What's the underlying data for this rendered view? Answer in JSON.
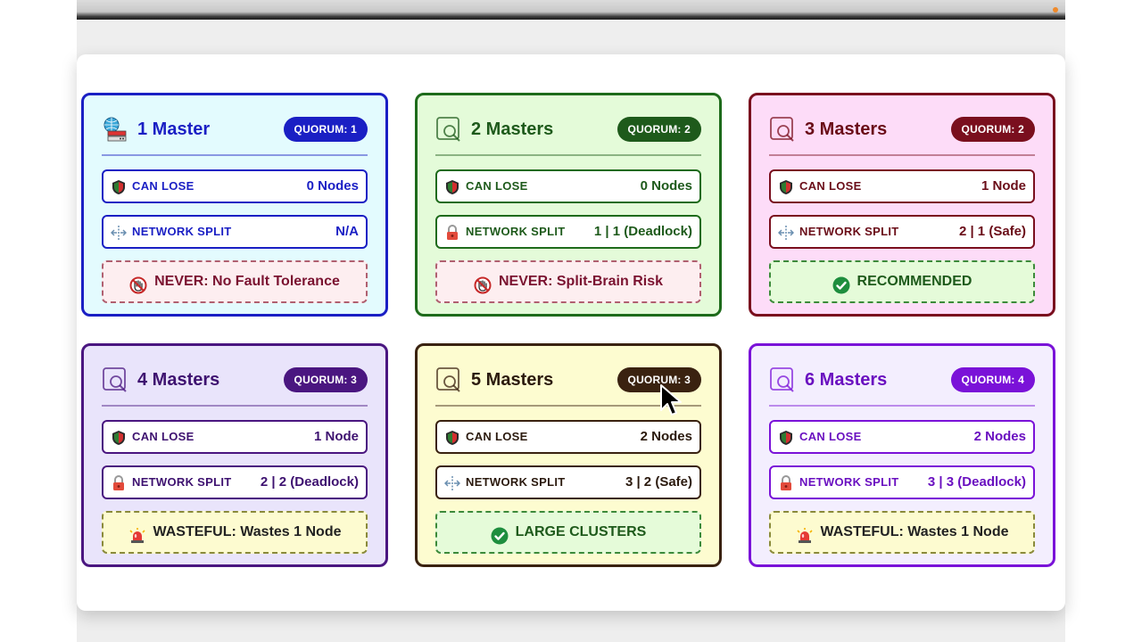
{
  "cards": [
    {
      "title": "1 Master",
      "quorum": "QUORUM: 1",
      "icon": "globe-network-icon",
      "can_lose_label": "CAN LOSE",
      "can_lose_value": "0 Nodes",
      "split_label": "NETWORK SPLIT",
      "split_value": "N/A",
      "split_icon": "split-icon",
      "verdict": "NEVER: No Fault Tolerance",
      "verdict_icon": "stop-hand-icon",
      "colors": {
        "border": "#1a1fc4",
        "bg": "#e3fbfe",
        "accent": "#1a1fc4",
        "text": "#1a1fc4",
        "verdict_bg": "#fdeef0",
        "verdict_border": "#b06070",
        "verdict_text": "#7a1230"
      }
    },
    {
      "title": "2 Masters",
      "quorum": "QUORUM: 2",
      "icon": "magnifier-icon",
      "can_lose_label": "CAN LOSE",
      "can_lose_value": "0 Nodes",
      "split_label": "NETWORK SPLIT",
      "split_value": "1 | 1 (Deadlock)",
      "split_icon": "lock-icon",
      "verdict": "NEVER: Split-Brain Risk",
      "verdict_icon": "stop-hand-icon",
      "colors": {
        "border": "#1e6b1b",
        "bg": "#e4fbd9",
        "accent": "#1e5a1b",
        "text": "#1e5a1b",
        "verdict_bg": "#fdeef0",
        "verdict_border": "#b06070",
        "verdict_text": "#7a1230"
      }
    },
    {
      "title": "3 Masters",
      "quorum": "QUORUM: 2",
      "icon": "magnifier-icon",
      "can_lose_label": "CAN LOSE",
      "can_lose_value": "1 Node",
      "split_label": "NETWORK SPLIT",
      "split_value": "2 | 1 (Safe)",
      "split_icon": "split-icon",
      "verdict": "RECOMMENDED",
      "verdict_icon": "check-circle-icon",
      "colors": {
        "border": "#7a0f1e",
        "bg": "#fddcf8",
        "accent": "#7a0f1e",
        "text": "#6a0d18",
        "verdict_bg": "#e5fbd9",
        "verdict_border": "#3c8a3a",
        "verdict_text": "#1e5a1b"
      }
    },
    {
      "title": "4 Masters",
      "quorum": "QUORUM: 3",
      "icon": "magnifier-icon",
      "can_lose_label": "CAN LOSE",
      "can_lose_value": "1 Node",
      "split_label": "NETWORK SPLIT",
      "split_value": "2 | 2 (Deadlock)",
      "split_icon": "lock-icon",
      "verdict": "WASTEFUL: Wastes 1 Node",
      "verdict_icon": "siren-icon",
      "colors": {
        "border": "#4a1680",
        "bg": "#e9e4fb",
        "accent": "#4a1680",
        "text": "#3e1270",
        "verdict_bg": "#fdfbd0",
        "verdict_border": "#8a8a3a",
        "verdict_text": "#222222"
      }
    },
    {
      "title": "5 Masters",
      "quorum": "QUORUM: 3",
      "icon": "magnifier-icon",
      "can_lose_label": "CAN LOSE",
      "can_lose_value": "2 Nodes",
      "split_label": "NETWORK SPLIT",
      "split_value": "3 | 2 (Safe)",
      "split_icon": "split-icon",
      "verdict": "LARGE CLUSTERS",
      "verdict_icon": "check-circle-icon",
      "colors": {
        "border": "#3a2210",
        "bg": "#fdfcd0",
        "accent": "#3a2210",
        "text": "#2b1a0e",
        "verdict_bg": "#e5fbd9",
        "verdict_border": "#3c8a3a",
        "verdict_text": "#1e5a1b"
      }
    },
    {
      "title": "6 Masters",
      "quorum": "QUORUM: 4",
      "icon": "magnifier-icon",
      "can_lose_label": "CAN LOSE",
      "can_lose_value": "2 Nodes",
      "split_label": "NETWORK SPLIT",
      "split_value": "3 | 3 (Deadlock)",
      "split_icon": "lock-icon",
      "verdict": "WASTEFUL: Wastes 1 Node",
      "verdict_icon": "siren-icon",
      "colors": {
        "border": "#7a12d8",
        "bg": "#f3eefe",
        "accent": "#7a12d8",
        "text": "#6a10c0",
        "verdict_bg": "#fdfbd0",
        "verdict_border": "#8a8a3a",
        "verdict_text": "#222222"
      }
    }
  ]
}
